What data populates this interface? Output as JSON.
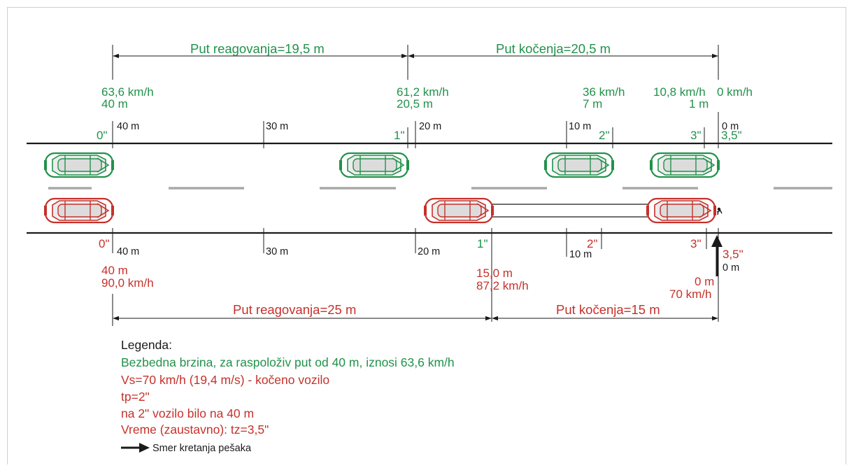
{
  "colors": {
    "green": "#21924a",
    "red": "#c6312b",
    "black": "#1a1a1a",
    "lane_gray": "#a9a9a9"
  },
  "top": {
    "reaction_title": "Put reagovanja=19,5 m",
    "braking_title": "Put kočenja=20,5 m",
    "info": [
      {
        "speed": "63,6 km/h",
        "dist": "40 m"
      },
      {
        "speed": "61,2 km/h",
        "dist": "20,5 m"
      },
      {
        "speed": "36 km/h",
        "dist": "7 m"
      },
      {
        "speed": "10,8 km/h",
        "dist": "1 m"
      },
      {
        "speed": "0 km/h",
        "dist": ""
      }
    ],
    "ticks": [
      "40 m",
      "30 m",
      "20 m",
      "10 m",
      "0 m"
    ],
    "times": [
      "0\"",
      "1\"",
      "2\"",
      "3\"",
      "3,5\""
    ]
  },
  "bottom": {
    "ticks": [
      "40 m",
      "30 m",
      "20 m",
      "10 m"
    ],
    "times": [
      "0\"",
      "1\"",
      "2\"",
      "3\"",
      "3,5\""
    ],
    "start_dist": "40 m",
    "start_speed": "90,0 km/h",
    "mid_dist": "15,0 m",
    "mid_speed": "87,2 km/h",
    "end_dist": "0 m",
    "end_speed": "70 km/h",
    "ped_dist": "0 m",
    "reaction_title": "Put reagovanja=25 m",
    "braking_title": "Put kočenja=15 m"
  },
  "legend": {
    "title": "Legenda:",
    "safe_speed": "Bezbedna brzina, za raspoloživ put od 40 m, iznosi 63,6 km/h",
    "vs": "Vs=70 km/h (19,4 m/s) - kočeno vozilo",
    "tp": "tp=2\"",
    "pos": "na 2\" vozilo bilo na 40 m",
    "tz": "Vreme (zaustavno): tz=3,5\"",
    "arrow_label": "Smer kretanja pešaka"
  }
}
